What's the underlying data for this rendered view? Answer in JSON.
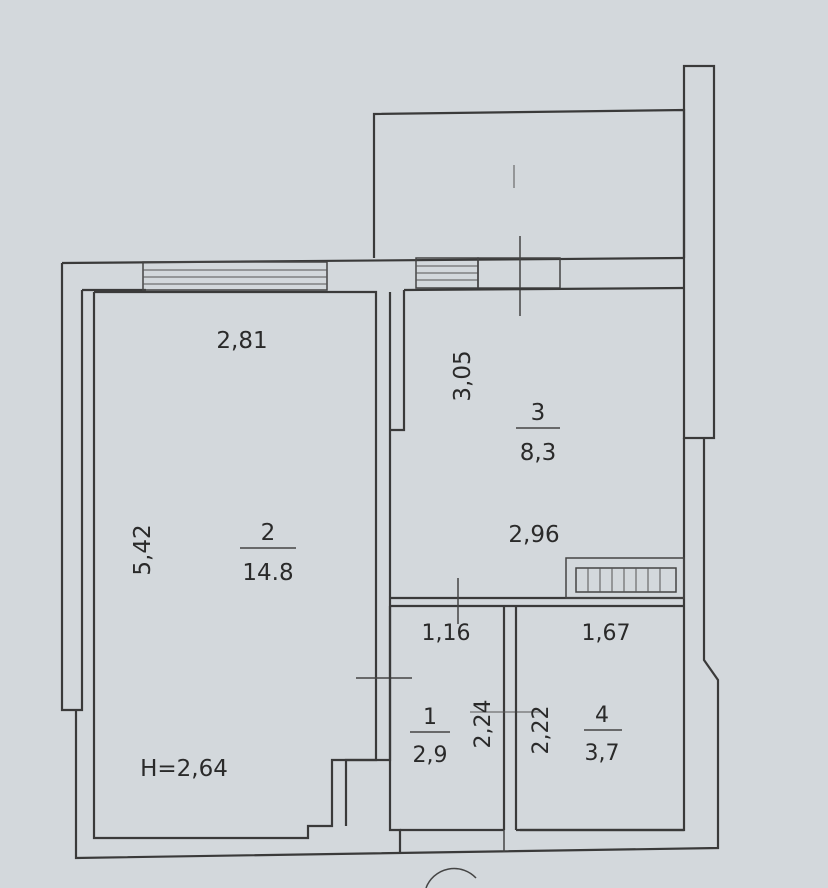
{
  "colors": {
    "paper": "#d3d8dc",
    "line": "#3a3a3a"
  },
  "plan": {
    "ceiling_height": "H=2,64",
    "rooms": [
      {
        "number": "1",
        "area": "2,9"
      },
      {
        "number": "2",
        "area": "14.8"
      },
      {
        "number": "3",
        "area": "8,3"
      },
      {
        "number": "4",
        "area": "3,7"
      }
    ],
    "dimensions": {
      "room2_width": "2,81",
      "room2_length": "5,42",
      "room3_length": "3,05",
      "room3_width": "2,96",
      "room1_width": "1,16",
      "room1_length": "2,24",
      "room4_length": "2,22",
      "room4_width": "1,67"
    }
  }
}
